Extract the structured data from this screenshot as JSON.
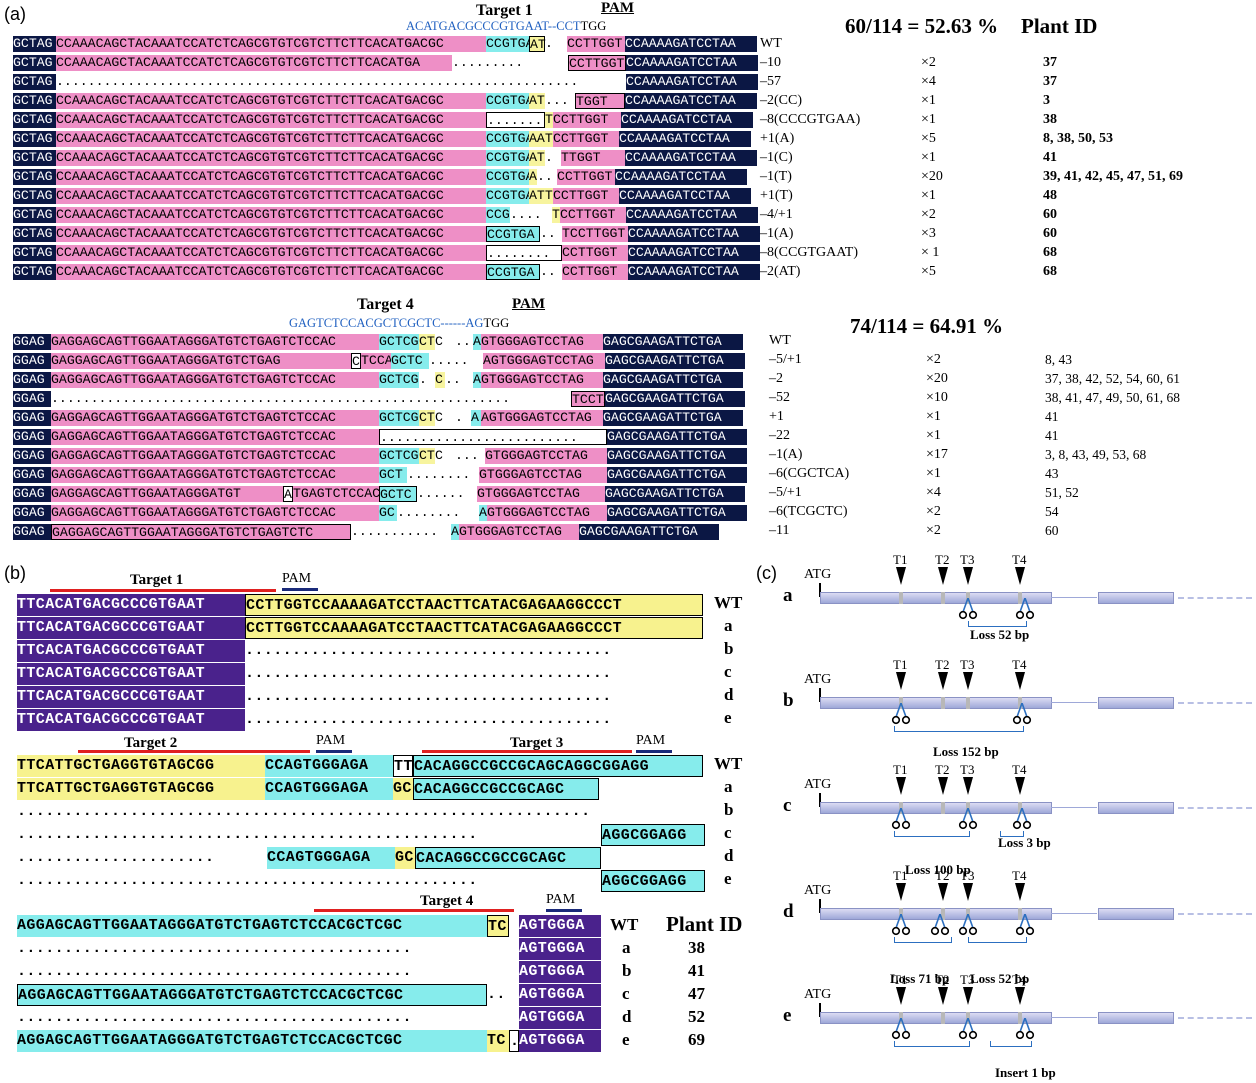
{
  "panel_a": {
    "label": "(a)",
    "target1": {
      "title": "Target 1",
      "pam_label": "PAM",
      "ref_seq_blue": "ACATGACGCCCGTGAAT--CCT",
      "ref_seq_pam": "TGG",
      "stat": "60/114 = 52.63 %",
      "plant_id_header": "Plant ID",
      "rows": [
        {
          "label": "WT",
          "count": "",
          "ids": ""
        },
        {
          "label": "–10",
          "count": "×2",
          "ids": "37"
        },
        {
          "label": "–57",
          "count": "×4",
          "ids": "37"
        },
        {
          "label": "–2(CC)",
          "count": "×1",
          "ids": "3"
        },
        {
          "label": "–8(CCCGTGAA)",
          "count": "×1",
          "ids": "38"
        },
        {
          "label": "+1(A)",
          "count": "×5",
          "ids": "8, 38, 50, 53"
        },
        {
          "label": "–1(C)",
          "count": "×1",
          "ids": "41"
        },
        {
          "label": "–1(T)",
          "count": "×20",
          "ids": "39, 41, 42, 45, 47, 51, 69"
        },
        {
          "label": "+1(T)",
          "count": "×1",
          "ids": "48"
        },
        {
          "label": "–4/+1",
          "count": "×2",
          "ids": "60"
        },
        {
          "label": "–1(A)",
          "count": "×3",
          "ids": "60"
        },
        {
          "label": "–8(CCGTGAAT)",
          "count": "× 1",
          "ids": "68"
        },
        {
          "label": "–2(AT)",
          "count": "×5",
          "ids": "68"
        }
      ]
    },
    "target4": {
      "title": "Target 4",
      "pam_label": "PAM",
      "ref_seq_blue": "GAGTCTCCACGCTCGCTC------AG",
      "ref_seq_pam": "TGG",
      "stat": "74/114 = 64.91 %",
      "rows": [
        {
          "label": "WT",
          "count": "",
          "ids": ""
        },
        {
          "label": "–5/+1",
          "count": "×2",
          "ids": "8, 43"
        },
        {
          "label": "–2",
          "count": "×20",
          "ids": "37, 38, 42, 52, 54, 60, 61"
        },
        {
          "label": "–52",
          "count": "×10",
          "ids": "38, 41, 47, 49, 50, 61, 68"
        },
        {
          "label": "+1",
          "count": "×1",
          "ids": "41"
        },
        {
          "label": "–22",
          "count": "×1",
          "ids": "41"
        },
        {
          "label": "–1(A)",
          "count": "×17",
          "ids": "3, 8, 43, 49, 53, 68"
        },
        {
          "label": "–6(CGCTCA)",
          "count": "×1",
          "ids": "43"
        },
        {
          "label": "–5/+1",
          "count": "×4",
          "ids": "51, 52"
        },
        {
          "label": "–6(TCGCTC)",
          "count": "×2",
          "ids": "54"
        },
        {
          "label": "–11",
          "count": "×2",
          "ids": "60"
        }
      ]
    }
  },
  "panel_b": {
    "label": "(b)",
    "target1_title": "Target 1",
    "target2_title": "Target 2",
    "target3_title": "Target 3",
    "target4_title": "Target 4",
    "pam": "PAM",
    "row_labels": [
      "WT",
      "a",
      "b",
      "c",
      "d",
      "e"
    ],
    "plant_id_header": "Plant ID",
    "plant_ids": [
      "38",
      "41",
      "47",
      "52",
      "69"
    ],
    "seq1_purple": "TTCACATGACGCCCGTGAAT",
    "seq1_yellow": "CCTTGGTCCAAAAGATCCTAACTTCATACGAGAAGGCCCT",
    "seq2_yellow": "TTCATTGCTGAGGTGTAGCGG",
    "seq2_cyan_a": "CCAGTGGGAGA",
    "seq2_tt": "TT",
    "seq2_cyan_b": "CACAGGCCGCCGCAGCAGGCGGAGG",
    "seq2_a_gc": "GC",
    "seq2_a_tail": "CACAGGCCGCCGCAGC",
    "seq2_c_tail": "AGGCGGAGG",
    "seq3_cyan": "AGGAGCAGTTGGAATAGGGATGTCTGAGTCTCCACGCTCGC",
    "seq3_tc": "TC",
    "seq3_purple": "AGTGGGA"
  },
  "panel_c": {
    "label": "(c)",
    "atg": "ATG",
    "t_labels": [
      "T1",
      "T2",
      "T3",
      "T4"
    ],
    "rows": [
      {
        "id": "a",
        "notes": [
          "Loss 52 bp"
        ]
      },
      {
        "id": "b",
        "notes": [
          "Loss 152 bp"
        ]
      },
      {
        "id": "c",
        "notes": [
          "Loss 100 bp",
          "Loss 3 bp"
        ]
      },
      {
        "id": "d",
        "notes": [
          "Loss 71 bp",
          "Loss 52 bp"
        ]
      },
      {
        "id": "e",
        "notes": [
          "Loss 100 bp",
          "Insert 1 bp"
        ]
      }
    ]
  },
  "colors": {
    "navy": "#0b1744",
    "pink": "#ee8fc6",
    "cyan": "#86ecec",
    "yellow": "#f7f49e",
    "purple": "#4a228c",
    "blue": "#2060c0",
    "red": "#e02020"
  }
}
